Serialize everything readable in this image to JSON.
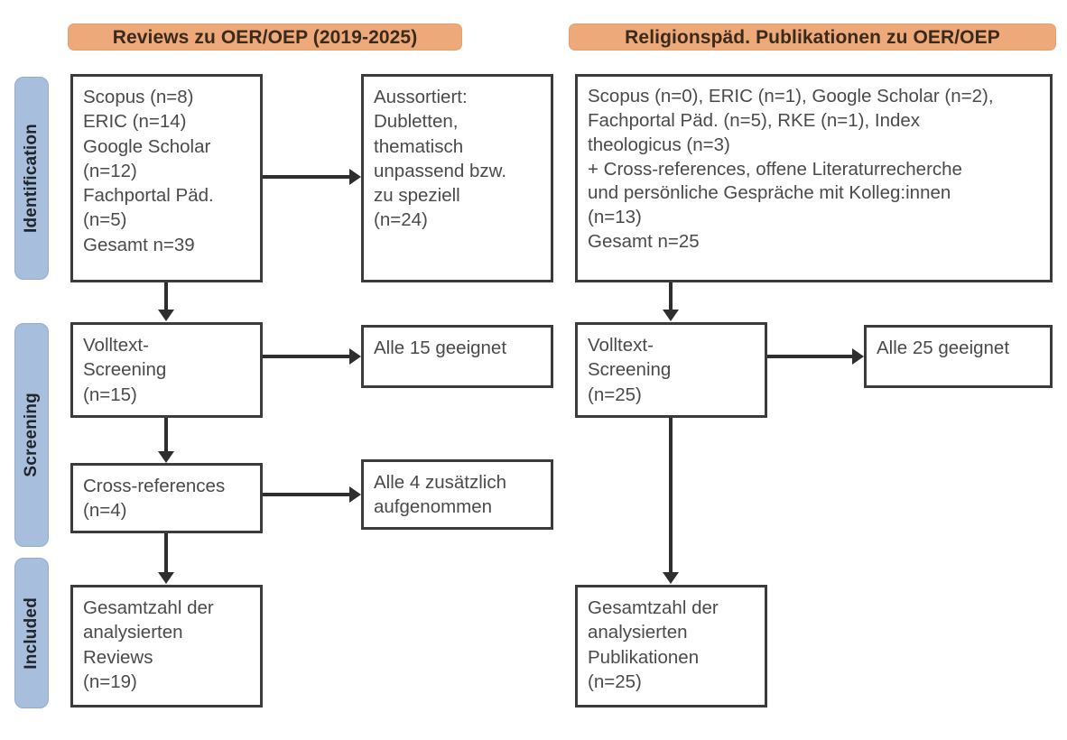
{
  "diagram": {
    "type": "prisma-flow-diagram",
    "columns": [
      {
        "id": "left",
        "header": "Reviews zu OER/OEP (2019-2025)"
      },
      {
        "id": "right",
        "header": "Religionspäd. Publikationen zu OER/OEP"
      }
    ],
    "stages": [
      {
        "id": "identification",
        "label": "Identification"
      },
      {
        "id": "screening",
        "label": "Screening"
      },
      {
        "id": "included",
        "label": "Included"
      }
    ],
    "colors": {
      "header_band": "#EEA97A",
      "stage_label": "#A8BEDD",
      "box_border": "#3b3b3b",
      "connector": "#2e2e2e",
      "text": "#4a4a4a",
      "background": "#ffffff"
    },
    "boxes": {
      "left_identification": {
        "lines": [
          "Scopus (n=8)",
          "ERIC (n=14)",
          "Google Scholar",
          "(n=12)",
          "Fachportal Päd.",
          "(n=5)",
          "Gesamt n=39"
        ]
      },
      "left_excluded": {
        "lines": [
          "Aussortiert:",
          "Dubletten,",
          "thematisch",
          "unpassend bzw.",
          "zu speziell",
          "(n=24)"
        ]
      },
      "left_screening": {
        "lines": [
          "Volltext-",
          "Screening",
          "(n=15)"
        ]
      },
      "left_screening_result": {
        "lines": [
          "Alle 15 geeignet"
        ]
      },
      "left_crossrefs": {
        "lines": [
          "Cross-references",
          "(n=4)"
        ]
      },
      "left_crossrefs_result": {
        "lines": [
          "Alle 4 zusätzlich",
          "aufgenommen"
        ]
      },
      "left_included": {
        "lines": [
          "Gesamtzahl der",
          "analysierten",
          "Reviews",
          "(n=19)"
        ]
      },
      "right_identification": {
        "lines": [
          "Scopus (n=0), ERIC (n=1), Google Scholar (n=2),",
          "Fachportal Päd. (n=5), RKE (n=1), Index",
          "theologicus (n=3)",
          "+ Cross-references, offene Literaturrecherche",
          "und persönliche Gespräche mit Kolleg:innen",
          "(n=13)",
          "Gesamt n=25"
        ]
      },
      "right_screening": {
        "lines": [
          "Volltext-",
          "Screening",
          "(n=25)"
        ]
      },
      "right_screening_result": {
        "lines": [
          "Alle 25 geeignet"
        ]
      },
      "right_included": {
        "lines": [
          "Gesamtzahl der",
          "analysierten",
          "Publikationen",
          "(n=25)"
        ]
      }
    }
  }
}
